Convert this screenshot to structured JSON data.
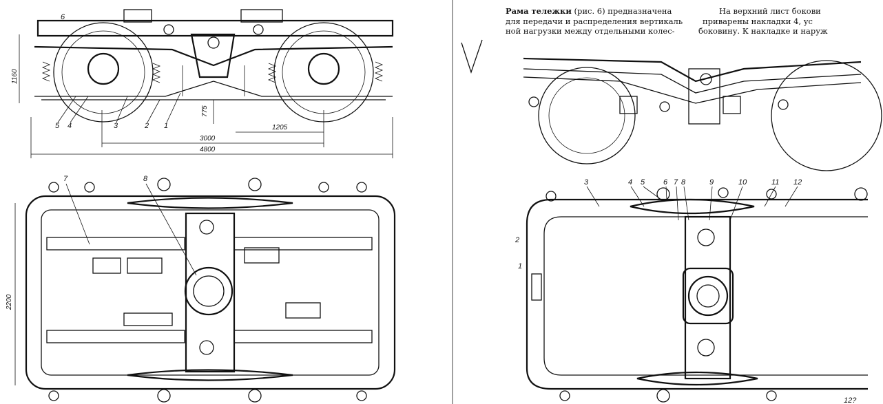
{
  "text_left": {
    "line1_bold": "Рама тележки",
    "line1_rest": "(рис. 6) предназначена",
    "line2": "для передачи и распределения вертикаль",
    "line3": "ной нагрузки между отдельными колес-"
  },
  "text_right": {
    "line1": "На верхний лист бокови",
    "line2": "приварены накладки 4, ус",
    "line3": "боковину. К накладке и наруж"
  },
  "dimensions": {
    "height_1160": "1160",
    "height_775": "775",
    "span_1205": "1205",
    "base_3000": "3000",
    "length_4800": "4800",
    "width_2200": "2200"
  },
  "side_view_labels": [
    "6",
    "5",
    "4",
    "3",
    "2",
    "1"
  ],
  "plan_view_labels": [
    "7",
    "8"
  ],
  "right_plan_labels": [
    "3",
    "4",
    "5",
    "6",
    "7",
    "8",
    "9",
    "10",
    "11",
    "12",
    "2",
    "1"
  ],
  "page_number_fragment": "12?"
}
